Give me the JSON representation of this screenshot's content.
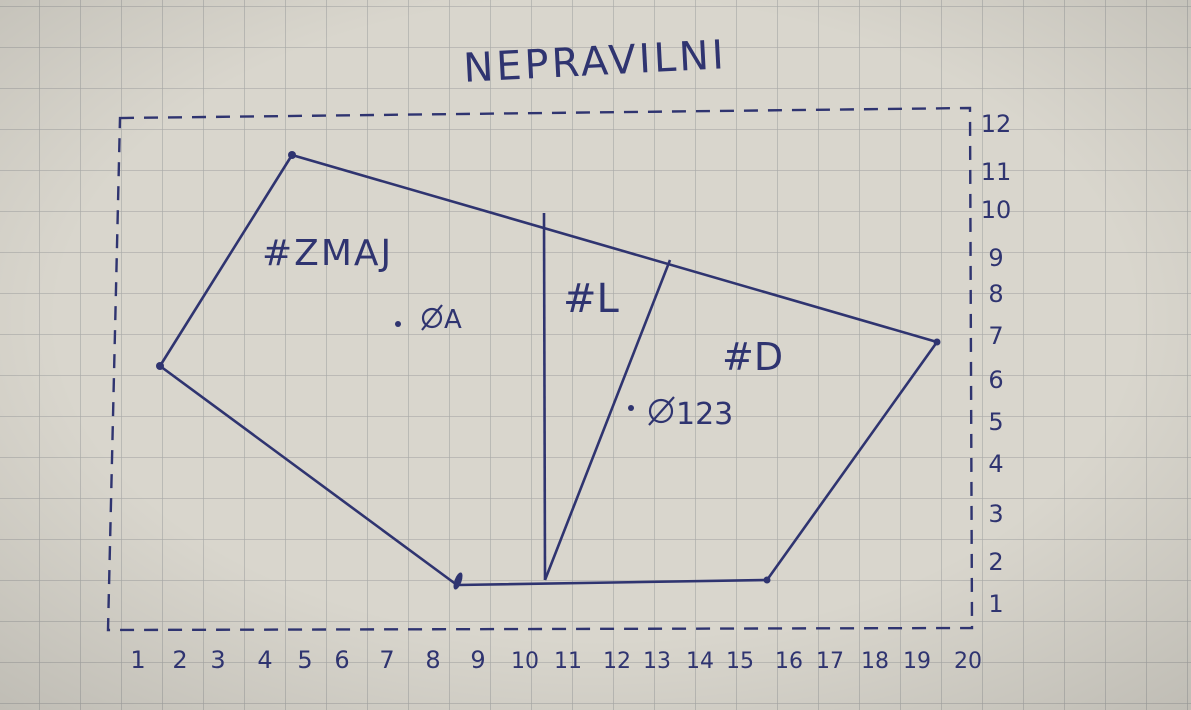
{
  "title": "NEPRAVILNI",
  "paper": {
    "color": "#d9d6cd",
    "grid_color": "#a9aaa8",
    "ink_color": "#2f3470"
  },
  "x_axis_labels": [
    "1",
    "2",
    "3",
    "4",
    "5",
    "6",
    "7",
    "8",
    "9",
    "10",
    "11",
    "12",
    "13",
    "14",
    "15",
    "16",
    "17",
    "18",
    "19",
    "20"
  ],
  "y_axis_labels": [
    "1",
    "2",
    "3",
    "4",
    "5",
    "6",
    "7",
    "8",
    "9",
    "10",
    "11",
    "12"
  ],
  "regions": [
    {
      "label": "#ZMAJ",
      "point_label": "A"
    },
    {
      "label": "#L"
    },
    {
      "label": "#D",
      "point_label": "123"
    }
  ]
}
